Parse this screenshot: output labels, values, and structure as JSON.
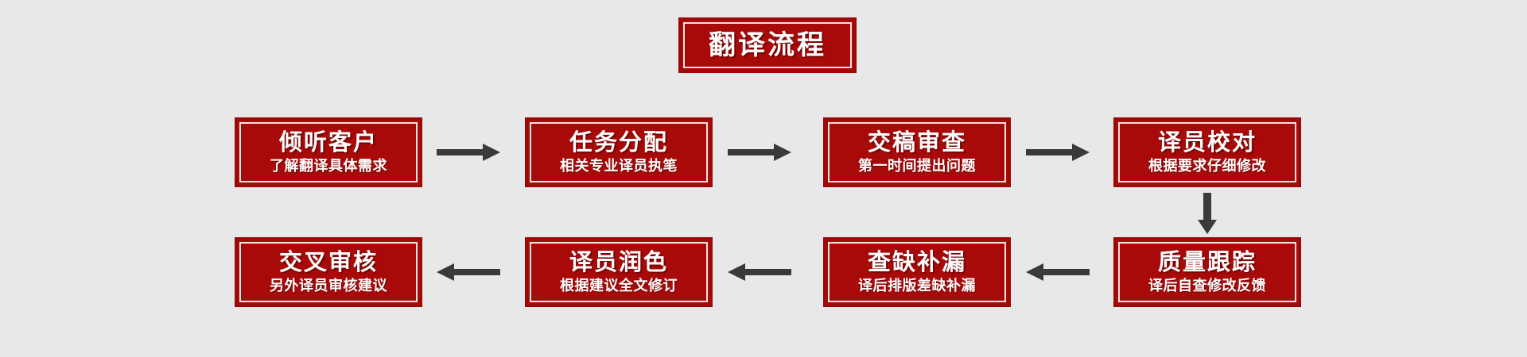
{
  "diagram": {
    "title": "翻译流程",
    "background_color": "#e8e8e8",
    "box_color": "#a80a0a",
    "box_border_color": "#9c0808",
    "inner_frame_color": "#f3e3e3",
    "text_color": "#ffffff",
    "arrow_color": "#3a3a3a"
  },
  "nodes": [
    {
      "id": "listen-customer",
      "title": "倾听客户",
      "subtitle": "了解翻译具体需求",
      "row": 1,
      "col": 1
    },
    {
      "id": "task-assignment",
      "title": "任务分配",
      "subtitle": "相关专业译员执笔",
      "row": 1,
      "col": 2
    },
    {
      "id": "draft-review",
      "title": "交稿审查",
      "subtitle": "第一时间提出问题",
      "row": 1,
      "col": 3
    },
    {
      "id": "translator-proofread",
      "title": "译员校对",
      "subtitle": "根据要求仔细修改",
      "row": 1,
      "col": 4
    },
    {
      "id": "quality-tracking",
      "title": "质量跟踪",
      "subtitle": "译后自查修改反馈",
      "row": 2,
      "col": 4
    },
    {
      "id": "gap-filling",
      "title": "查缺补漏",
      "subtitle": "译后排版差缺补漏",
      "row": 2,
      "col": 3
    },
    {
      "id": "translator-polish",
      "title": "译员润色",
      "subtitle": "根据建议全文修订",
      "row": 2,
      "col": 2
    },
    {
      "id": "cross-review",
      "title": "交叉审核",
      "subtitle": "另外译员审核建议",
      "row": 2,
      "col": 1
    }
  ],
  "connectors": [
    {
      "id": "c1",
      "direction": "right",
      "from": "listen-customer",
      "to": "task-assignment"
    },
    {
      "id": "c2",
      "direction": "right",
      "from": "task-assignment",
      "to": "draft-review"
    },
    {
      "id": "c3",
      "direction": "right",
      "from": "draft-review",
      "to": "translator-proofread"
    },
    {
      "id": "c4",
      "direction": "down",
      "from": "translator-proofread",
      "to": "quality-tracking"
    },
    {
      "id": "c5",
      "direction": "left",
      "from": "quality-tracking",
      "to": "gap-filling"
    },
    {
      "id": "c6",
      "direction": "left",
      "from": "gap-filling",
      "to": "translator-polish"
    },
    {
      "id": "c7",
      "direction": "left",
      "from": "translator-polish",
      "to": "cross-review"
    }
  ]
}
